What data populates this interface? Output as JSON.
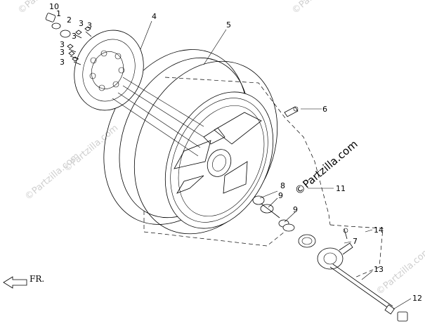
{
  "watermark": "©Partzilla.com",
  "brand_mark": "©Partzilla.com",
  "direction_label": "FR.",
  "callouts": {
    "c1": "1",
    "c2": "2",
    "c3": "3",
    "c4": "4",
    "c5": "5",
    "c6": "6",
    "c7": "7",
    "c8": "8",
    "c9": "9",
    "c10": "10",
    "c11": "11",
    "c12": "12",
    "c13": "13",
    "c14": "14"
  }
}
